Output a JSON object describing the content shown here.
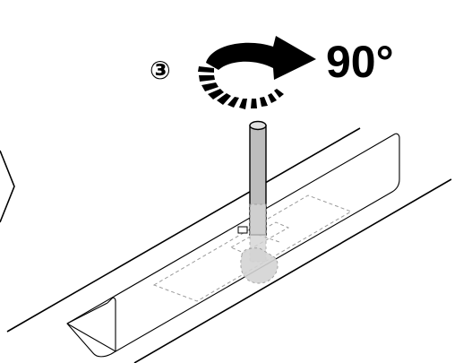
{
  "step": {
    "number": "③"
  },
  "rotation": {
    "angle_label": "90°",
    "direction": "clockwise",
    "icon": "rotate-arrow-icon"
  },
  "parts": {
    "rod": "rod-icon",
    "channel": "channel-track",
    "panel": "slotted-panel",
    "arrow_indicator": "chevron-right-icon"
  },
  "colors": {
    "ink": "#000000",
    "rod_fill": "#bdbdbd",
    "ghost_fill": "#d4d4d4",
    "dashed": "#9a9a9a"
  }
}
